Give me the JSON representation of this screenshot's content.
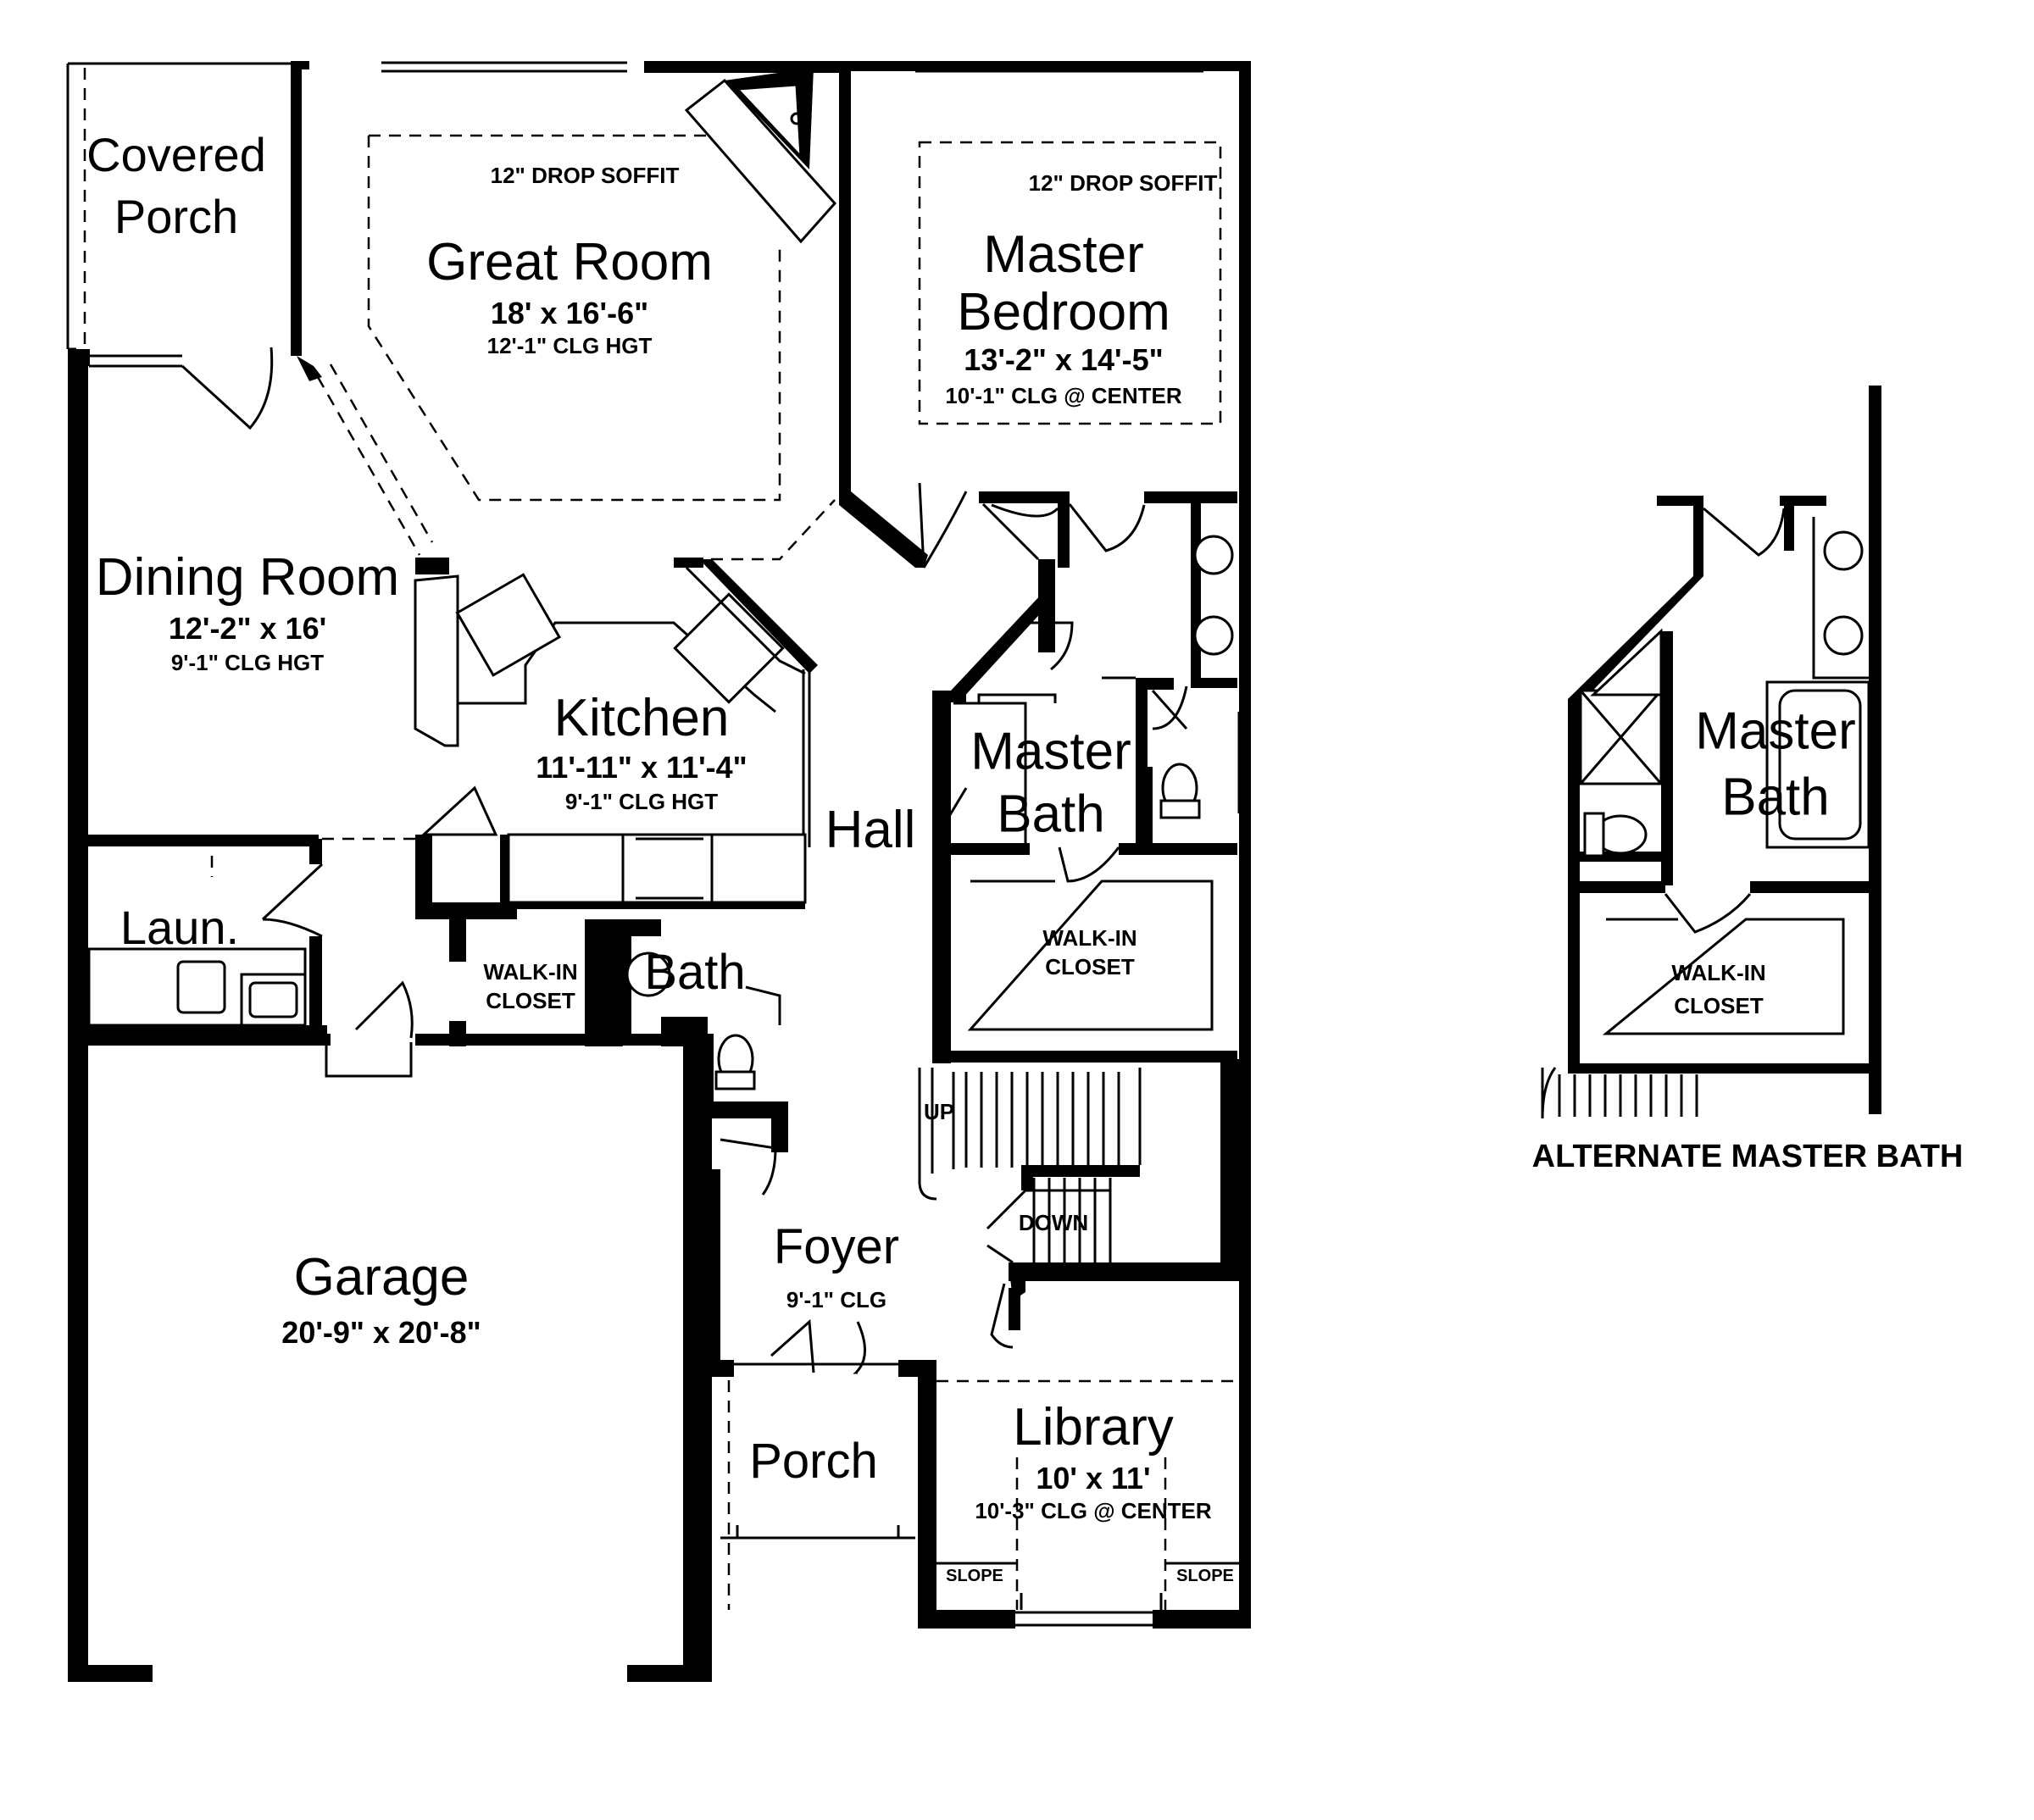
{
  "plan": {
    "covered_porch": "Covered\nPorch",
    "great_room": {
      "name": "Great Room",
      "size": "18' x 16'-6\"",
      "ceiling": "12'-1\" CLG HGT",
      "soffit": "12\" DROP SOFFIT"
    },
    "master_bedroom": {
      "name": "Master\nBedroom",
      "size": "13'-2\" x 14'-5\"",
      "ceiling": "10'-1\" CLG @ CENTER",
      "soffit": "12\" DROP SOFFIT"
    },
    "dining_room": {
      "name": "Dining Room",
      "size": "12'-2\" x 16'",
      "ceiling": "9'-1\" CLG HGT"
    },
    "kitchen": {
      "name": "Kitchen",
      "size": "11'-11\" x 11'-4\"",
      "ceiling": "9'-1\" CLG HGT"
    },
    "hall": "Hall",
    "master_bath": "Master\nBath",
    "laundry": "Laun.",
    "walkin_closet_1": "WALK-IN\nCLOSET",
    "walkin_closet_2": "WALK-IN\nCLOSET",
    "bath": "Bath",
    "stairs_up": "UP",
    "stairs_down": "DOWN",
    "foyer": {
      "name": "Foyer",
      "ceiling": "9'-1\" CLG"
    },
    "garage": {
      "name": "Garage",
      "size": "20'-9\" x 20'-8\""
    },
    "porch": "Porch",
    "library": {
      "name": "Library",
      "size": "10' x 11'",
      "ceiling": "10'-3\" CLG @ CENTER",
      "slope_left": "SLOPE",
      "slope_right": "SLOPE"
    }
  },
  "alternate": {
    "title": "ALTERNATE MASTER BATH",
    "master_bath": "Master\nBath",
    "walkin_closet": "WALK-IN\nCLOSET"
  }
}
